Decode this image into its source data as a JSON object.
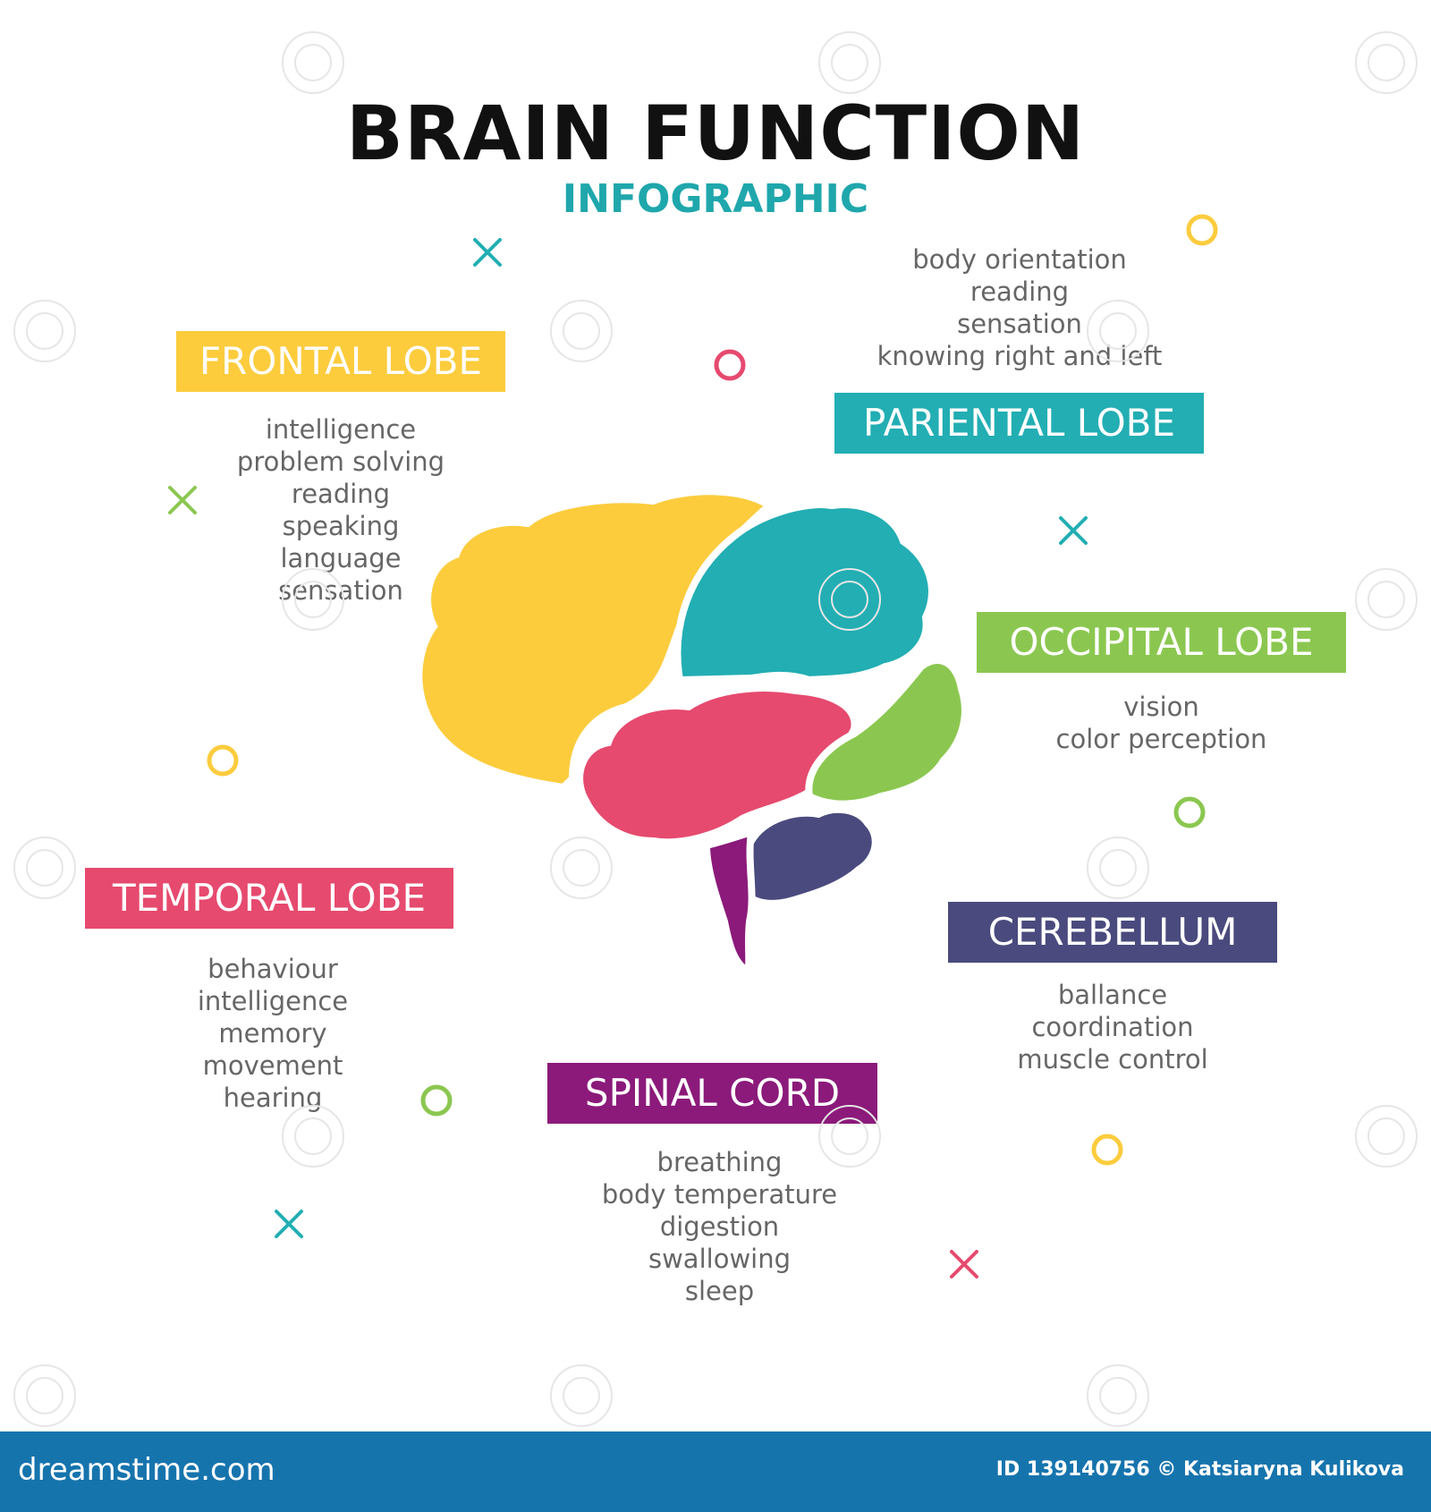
{
  "header": {
    "title": "BRAIN FUNCTION",
    "subtitle": "INFOGRAPHIC"
  },
  "colors": {
    "frontal": "#fccc3d",
    "parietal": "#22aeb3",
    "occipital": "#8bc750",
    "temporal": "#e64a6e",
    "cerebellum": "#4a4a7e",
    "spinal": "#8b1a7a",
    "title": "#111111",
    "subtitle": "#1fa7ac",
    "footer": "#1674ad"
  },
  "sections": {
    "frontal": {
      "label": "FRONTAL LOBE",
      "items": [
        "intelligence",
        "problem solving",
        "reading",
        "speaking",
        "language",
        "sensation"
      ]
    },
    "parietal": {
      "label": "PARIENTAL LOBE",
      "items": [
        "body orientation",
        "reading",
        "sensation",
        "knowing right and left"
      ]
    },
    "occipital": {
      "label": "OCCIPITAL LOBE",
      "items": [
        "vision",
        "color perception"
      ]
    },
    "temporal": {
      "label": "TEMPORAL LOBE",
      "items": [
        "behaviour",
        "intelligence",
        "memory",
        "movement",
        "hearing"
      ]
    },
    "cerebellum": {
      "label": "CEREBELLUM",
      "items": [
        "ballance",
        "coordination",
        "muscle control"
      ]
    },
    "spinal": {
      "label": "SPINAL CORD",
      "items": [
        "breathing",
        "body temperature",
        "digestion",
        "swallowing",
        "sleep"
      ]
    }
  },
  "footer": {
    "brand": "dreamstime.com",
    "credit": "ID 139140756 © Katsiaryna Kulikova"
  }
}
